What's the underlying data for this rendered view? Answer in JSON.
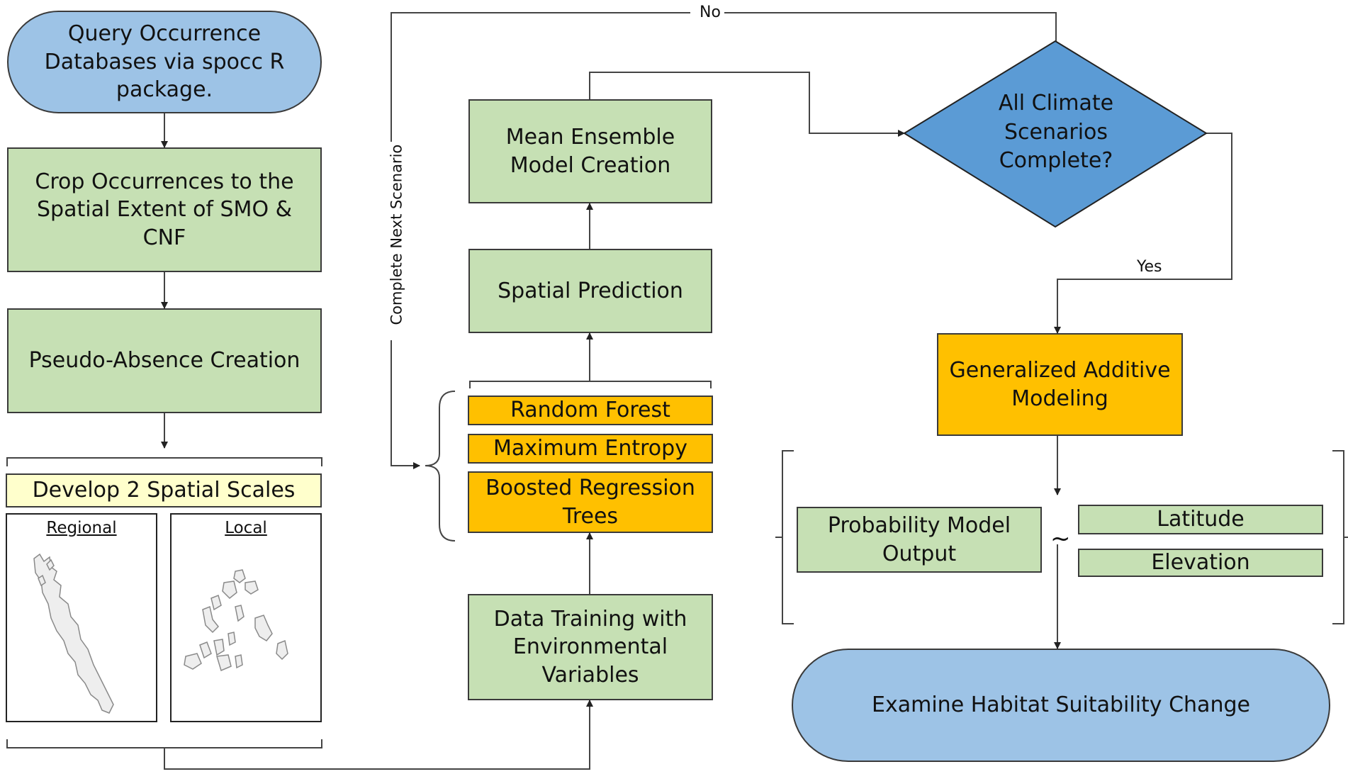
{
  "nodes": {
    "query": "Query Occurrence Databases via spocc R package.",
    "crop": "Crop Occurrences to the Spatial Extent of SMO & CNF",
    "pseudo": "Pseudo-Absence Creation",
    "develop": "Develop 2 Spatial Scales",
    "regional": "Regional",
    "local": "Local",
    "mean_ensemble": "Mean Ensemble Model Creation",
    "spatial_prediction": "Spatial Prediction",
    "random_forest": "Random Forest",
    "max_entropy": "Maximum Entropy",
    "boosted": "Boosted Regression Trees",
    "data_training": "Data Training with Environmental Variables",
    "decision": "All Climate Scenarios Complete?",
    "gam": "Generalized Additive Modeling",
    "prob_output": "Probability Model Output",
    "tilde": "~",
    "latitude": "Latitude",
    "elevation": "Elevation",
    "examine": "Examine Habitat Suitability Change"
  },
  "edge_labels": {
    "no": "No",
    "yes": "Yes",
    "loop": "Complete Next Scenario"
  },
  "colors": {
    "green": "#c6e0b4",
    "orange": "#ffc000",
    "blue_pill": "#9dc3e6",
    "blue_diamond": "#5b9bd5",
    "cream": "#ffffcc"
  }
}
